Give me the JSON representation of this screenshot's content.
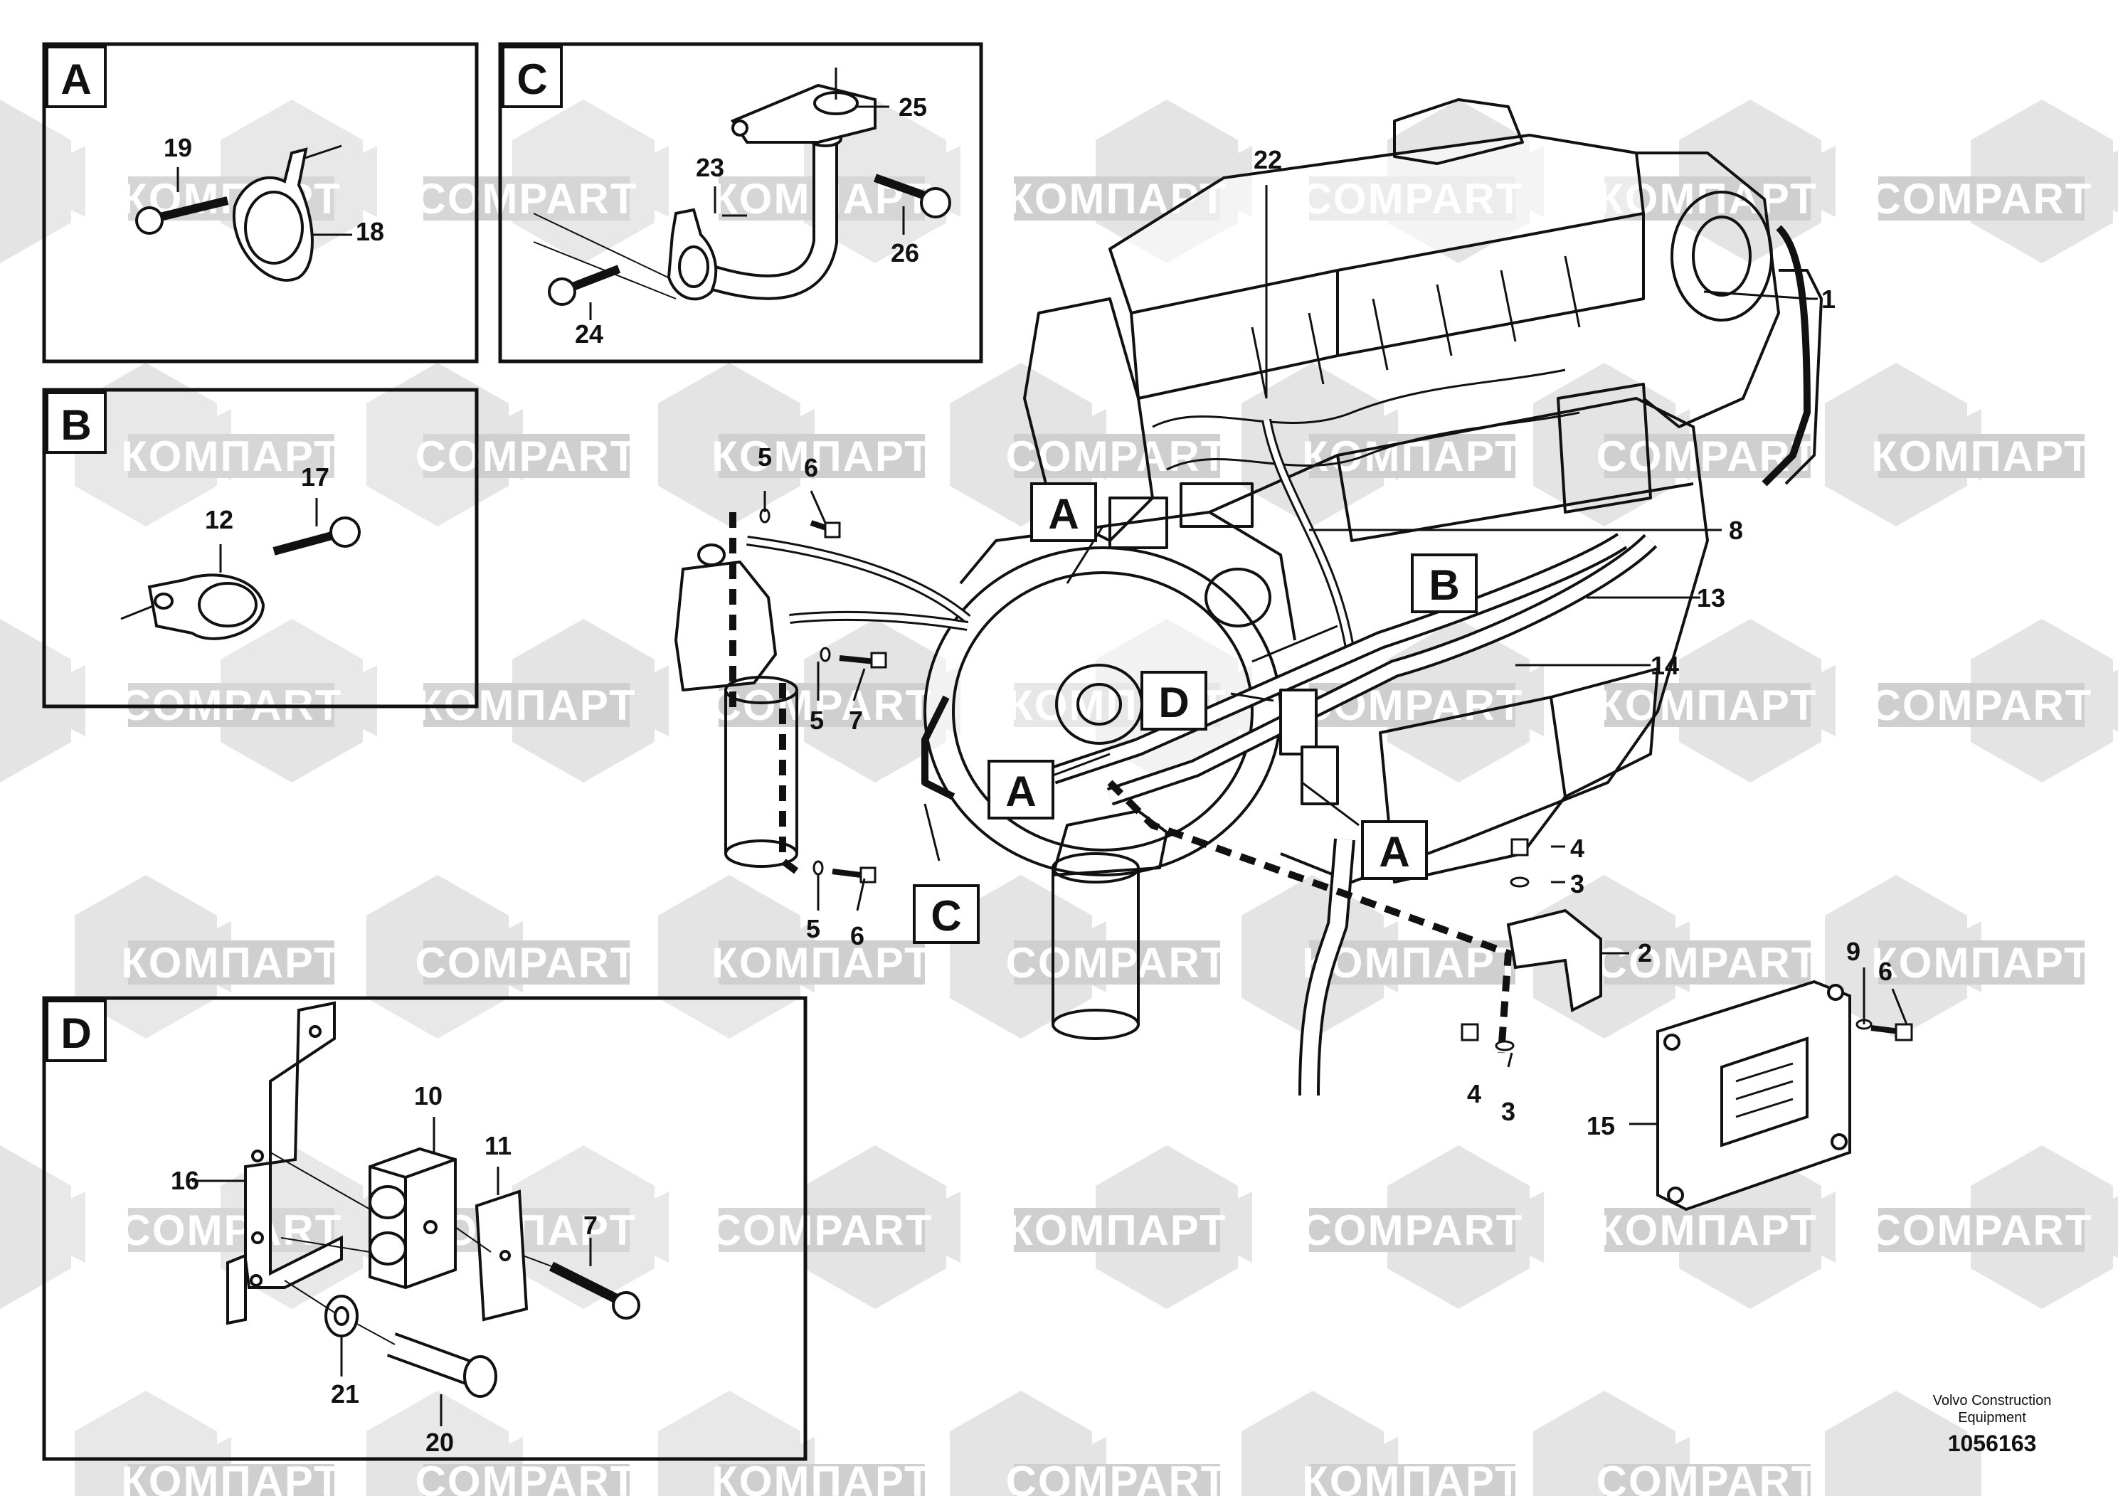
{
  "watermark": {
    "latin": "COMPART",
    "cyrillic": "КОМПАРТ",
    "hex_color": "#dedede"
  },
  "detail_boxes": [
    {
      "letter": "A",
      "parts": [
        "19",
        "18"
      ]
    },
    {
      "letter": "B",
      "parts": [
        "17",
        "12"
      ]
    },
    {
      "letter": "C",
      "parts": [
        "25",
        "23",
        "26",
        "24"
      ]
    },
    {
      "letter": "D",
      "parts": [
        "10",
        "11",
        "16",
        "7",
        "21",
        "20"
      ]
    }
  ],
  "main_callouts": [
    "A",
    "B",
    "D",
    "A",
    "A",
    "C"
  ],
  "part_numbers": {
    "p1": "1",
    "p2": "2",
    "p3a": "3",
    "p3b": "3",
    "p4a": "4",
    "p4b": "4",
    "p5a": "5",
    "p5b": "5",
    "p5c": "5",
    "p6a": "6",
    "p6b": "6",
    "p6c": "6",
    "p7": "7",
    "p8": "8",
    "p9": "9",
    "p13": "13",
    "p14": "14",
    "p15": "15",
    "p22": "22"
  },
  "footer": {
    "maker_line1": "Volvo Construction",
    "maker_line2": "Equipment",
    "drawing_number": "1056163"
  }
}
